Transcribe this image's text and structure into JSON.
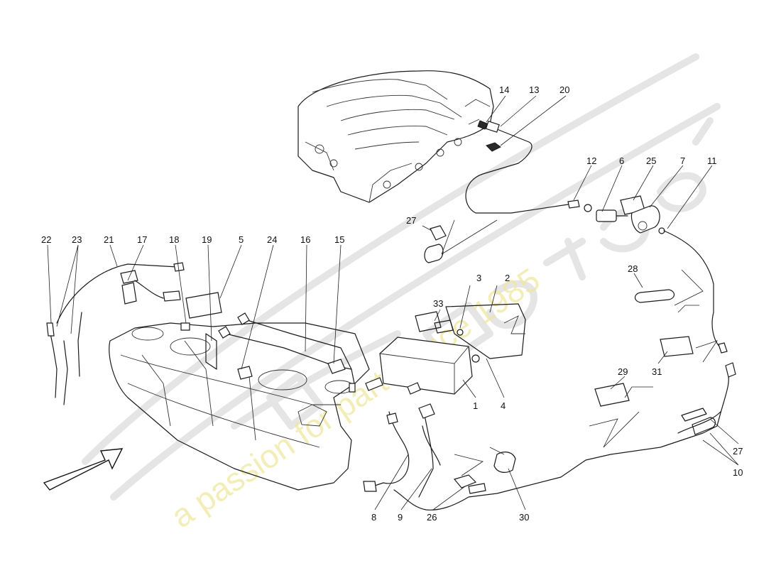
{
  "watermark": {
    "slogan": "a passion for parts since 1985"
  },
  "callouts": [
    {
      "id": "c1",
      "label": "1"
    },
    {
      "id": "c2",
      "label": "2"
    },
    {
      "id": "c3",
      "label": "3"
    },
    {
      "id": "c4",
      "label": "4"
    },
    {
      "id": "c5",
      "label": "5"
    },
    {
      "id": "c6",
      "label": "6"
    },
    {
      "id": "c7",
      "label": "7"
    },
    {
      "id": "c8",
      "label": "8"
    },
    {
      "id": "c9",
      "label": "9"
    },
    {
      "id": "c10",
      "label": "10"
    },
    {
      "id": "c11",
      "label": "11"
    },
    {
      "id": "c12",
      "label": "12"
    },
    {
      "id": "c13",
      "label": "13"
    },
    {
      "id": "c14",
      "label": "14"
    },
    {
      "id": "c15",
      "label": "15"
    },
    {
      "id": "c16",
      "label": "16"
    },
    {
      "id": "c17",
      "label": "17"
    },
    {
      "id": "c18",
      "label": "18"
    },
    {
      "id": "c19",
      "label": "19"
    },
    {
      "id": "c20",
      "label": "20"
    },
    {
      "id": "c21",
      "label": "21"
    },
    {
      "id": "c22",
      "label": "22"
    },
    {
      "id": "c23",
      "label": "23"
    },
    {
      "id": "c24",
      "label": "24"
    },
    {
      "id": "c25",
      "label": "25"
    },
    {
      "id": "c26",
      "label": "26"
    },
    {
      "id": "c27a",
      "label": "27"
    },
    {
      "id": "c27b",
      "label": "27"
    },
    {
      "id": "c28",
      "label": "28"
    },
    {
      "id": "c29",
      "label": "29"
    },
    {
      "id": "c30",
      "label": "30"
    },
    {
      "id": "c31",
      "label": "31"
    },
    {
      "id": "c33",
      "label": "33"
    }
  ]
}
